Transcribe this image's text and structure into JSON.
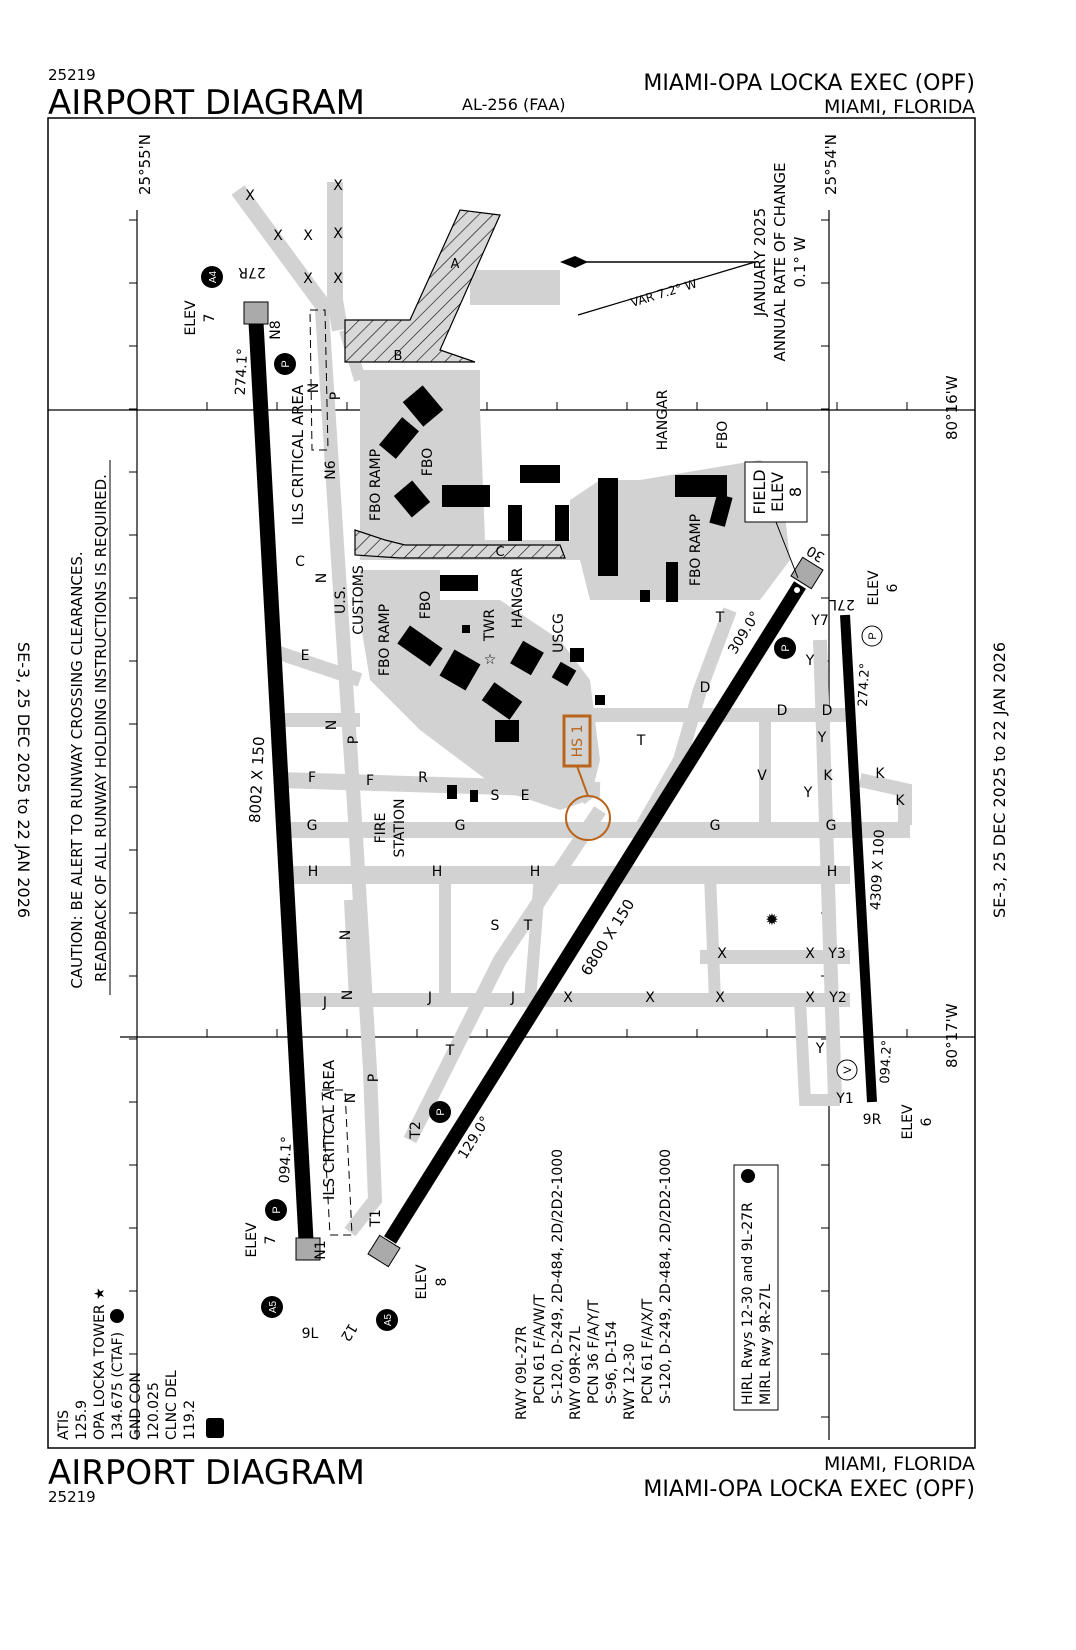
{
  "header": {
    "chart_number": "25219",
    "title": "AIRPORT DIAGRAM",
    "procedure_id": "AL-256 (FAA)",
    "airport": "MIAMI-OPA LOCKA EXEC (OPF)",
    "city": "MIAMI, FLORIDA"
  },
  "footer": {
    "title": "AIRPORT DIAGRAM",
    "chart_number": "25219",
    "city": "MIAMI, FLORIDA",
    "airport": "MIAMI-OPA LOCKA EXEC (OPF)"
  },
  "effective_dates": "SE-3,  25 DEC 2025  to  22 JAN 2026",
  "caution": {
    "line1": "CAUTION: BE ALERT TO RUNWAY CROSSING CLEARANCES.",
    "line2": "READBACK OF ALL RUNWAY HOLDING INSTRUCTIONS IS REQUIRED."
  },
  "coordinates": {
    "lat_north": "25°55'N",
    "lat_south": "25°54'N",
    "lon_east": "80°16'W",
    "lon_west": "80°17'W"
  },
  "magnetic_variation": {
    "var": "VAR 7.2°   W",
    "date": "JANUARY 2025",
    "rate_label": "ANNUAL RATE OF CHANGE",
    "rate": "0.1° W"
  },
  "field_elevation": {
    "line1": "FIELD",
    "line2": "ELEV",
    "value": "8"
  },
  "runways": [
    {
      "id": "9L-27R",
      "dimensions": "8002 X 150",
      "heading_east": "094.1°",
      "heading_west": "274.1°",
      "end_a": "9L",
      "end_b": "27R",
      "elev_a": "7",
      "elev_b": "7"
    },
    {
      "id": "12-30",
      "dimensions": "6800 X 150",
      "heading_se": "129.0°",
      "heading_nw": "309.0°",
      "end_a": "12",
      "end_b": "30",
      "elev_a": "8"
    },
    {
      "id": "9R-27L",
      "dimensions": "4309 X 100",
      "heading_east": "094.2°",
      "heading_west": "274.2°",
      "end_a": "9R",
      "end_b": "27L",
      "elev_a": "6",
      "elev_b": "6"
    }
  ],
  "elev_label": "ELEV",
  "labels": {
    "ils_critical_area": "ILS CRITICAL AREA",
    "fbo_ramp": "FBO RAMP",
    "fbo": "FBO",
    "hangar": "HANGAR",
    "us_customs_1": "U.S.",
    "us_customs_2": "CUSTOMS",
    "twr": "TWR",
    "uscg": "USCG",
    "fire_station_1": "FIRE",
    "fire_station_2": "STATION",
    "hot_spot": "HS 1",
    "area_a": "A",
    "area_b": "B",
    "area_c": "C",
    "p_marker": "P",
    "v_marker": "V",
    "a4": "A4",
    "a5": "A5"
  },
  "taxiway_labels": [
    "X",
    "X",
    "X",
    "X",
    "X",
    "X",
    "X",
    "N8",
    "N",
    "P",
    "N6",
    "C",
    "N",
    "E",
    "F",
    "N",
    "P",
    "G",
    "H",
    "F",
    "R",
    "S",
    "G",
    "H",
    "E",
    "S",
    "T",
    "H",
    "G",
    "J",
    "J",
    "J",
    "X",
    "X",
    "X",
    "X",
    "X",
    "X",
    "T",
    "D",
    "T",
    "Y",
    "V",
    "Y",
    "D",
    "D",
    "K",
    "K",
    "K",
    "Y",
    "G",
    "H",
    "Y3",
    "Y2",
    "Y",
    "Y1",
    "N",
    "P",
    "N",
    "T",
    "T2",
    "N1",
    "T1",
    "Y7",
    "N"
  ],
  "communications": {
    "atis_label": "ATIS",
    "atis_freq": "125.9",
    "tower_label": "OPA LOCKA TOWER ★",
    "tower_freq": "134.675 (CTAF)",
    "gnd_label": "GND CON",
    "gnd_freq": "120.025",
    "clnc_label": "CLNC DEL",
    "clnc_freq": "119.2"
  },
  "runway_info": [
    {
      "rwy": "RWY 09L-27R",
      "pcn": "PCN 61 F/A/W/T",
      "weights": "S-120, D-249, 2D-484, 2D/2D2-1000"
    },
    {
      "rwy": "RWY 09R-27L",
      "pcn": "PCN 36 F/A/Y/T",
      "weights": "S-96, D-154"
    },
    {
      "rwy": "RWY 12-30",
      "pcn": "PCN 61 F/A/X/T",
      "weights": "S-120, D-249, 2D-484, 2D/2D2-1000"
    }
  ],
  "lighting": {
    "line1": "HIRL Rwys 12-30 and 9L-27R",
    "line2": "MIRL Rwy 9R-27L"
  },
  "colors": {
    "taxiway": "#d2d2d2",
    "runway": "#000000",
    "hot_spot": "#b8651b"
  }
}
